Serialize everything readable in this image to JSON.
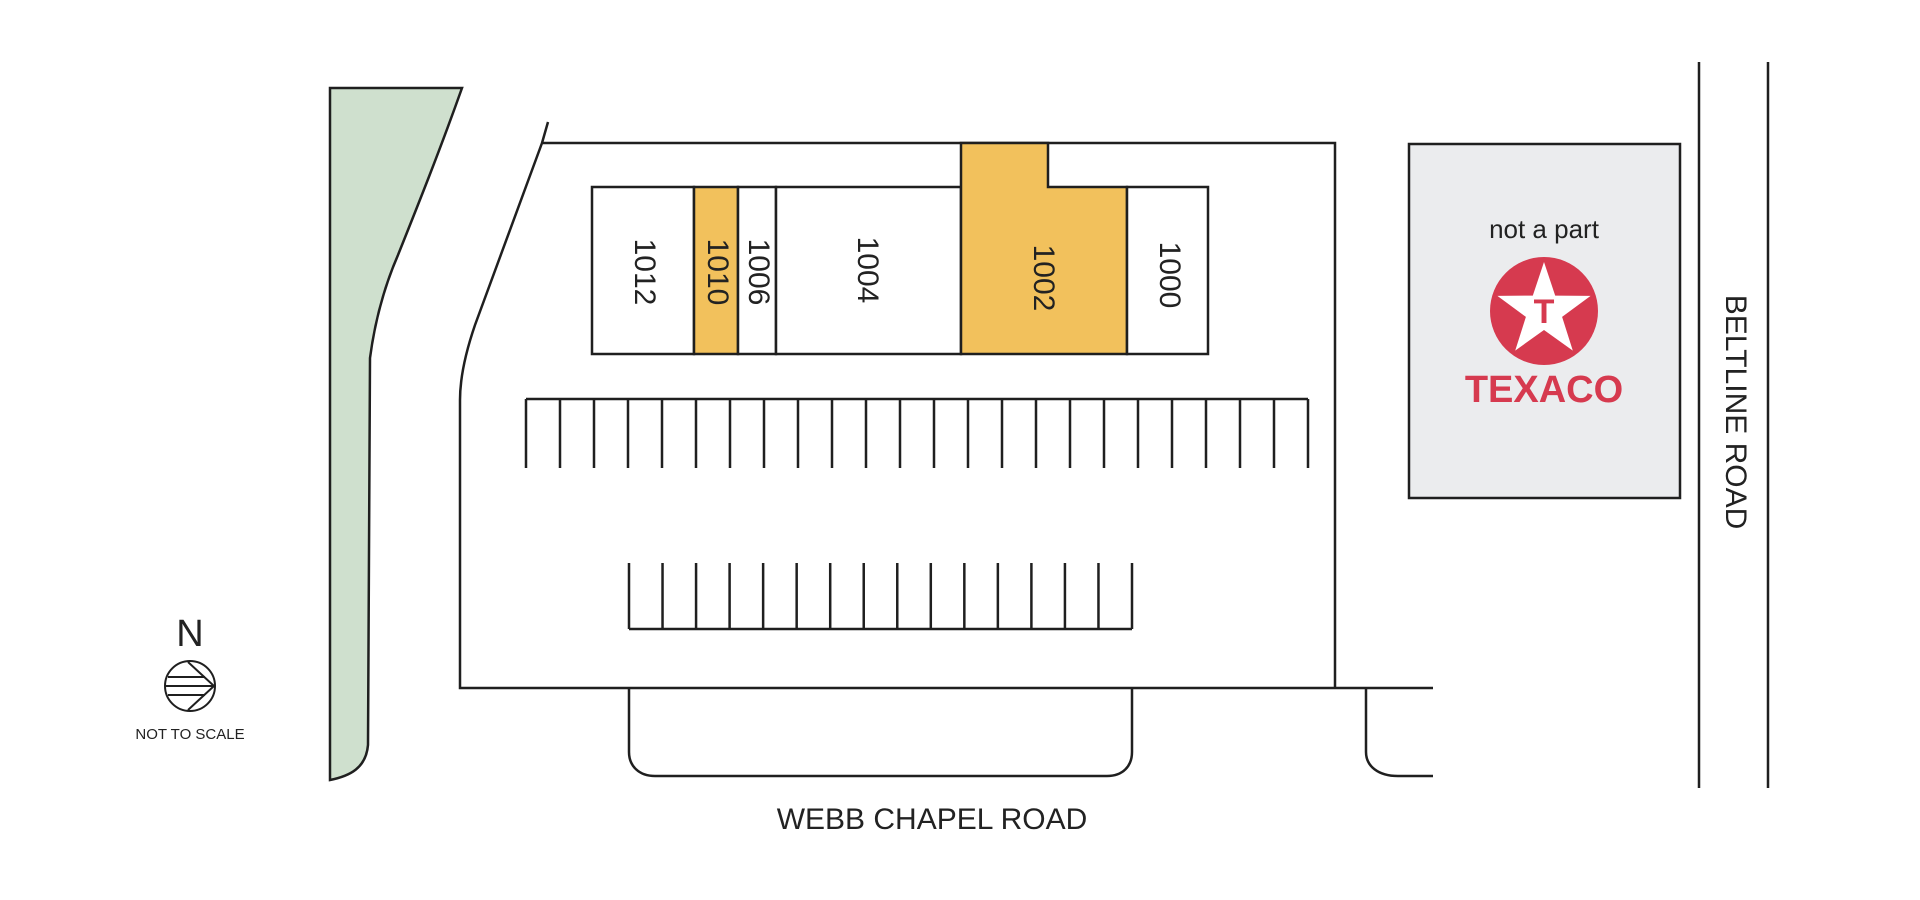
{
  "colors": {
    "available": "#f2c15c",
    "occupied": "#ffffff",
    "greenspace": "#cfe0ce",
    "not_part": "#ebecee",
    "texaco_red": "#d63a4f",
    "ink": "#1f1f1f"
  },
  "units": [
    {
      "id": "1012",
      "label": "1012",
      "available": false
    },
    {
      "id": "1010",
      "label": "1010",
      "available": true
    },
    {
      "id": "1006",
      "label": "1006",
      "available": false
    },
    {
      "id": "1004",
      "label": "1004",
      "available": false
    },
    {
      "id": "1002",
      "label": "1002",
      "available": true
    },
    {
      "id": "1000",
      "label": "1000",
      "available": false
    }
  ],
  "outparcel": {
    "note": "not a part",
    "brand": "TEXACO",
    "logo_letter": "T",
    "logo_icon": "texaco-star-icon"
  },
  "roads": {
    "south": "WEBB CHAPEL ROAD",
    "east": "BELTLINE ROAD"
  },
  "legend": {
    "north_letter": "N",
    "north_icon": "north-arrow-icon",
    "scale_note": "NOT TO SCALE"
  }
}
